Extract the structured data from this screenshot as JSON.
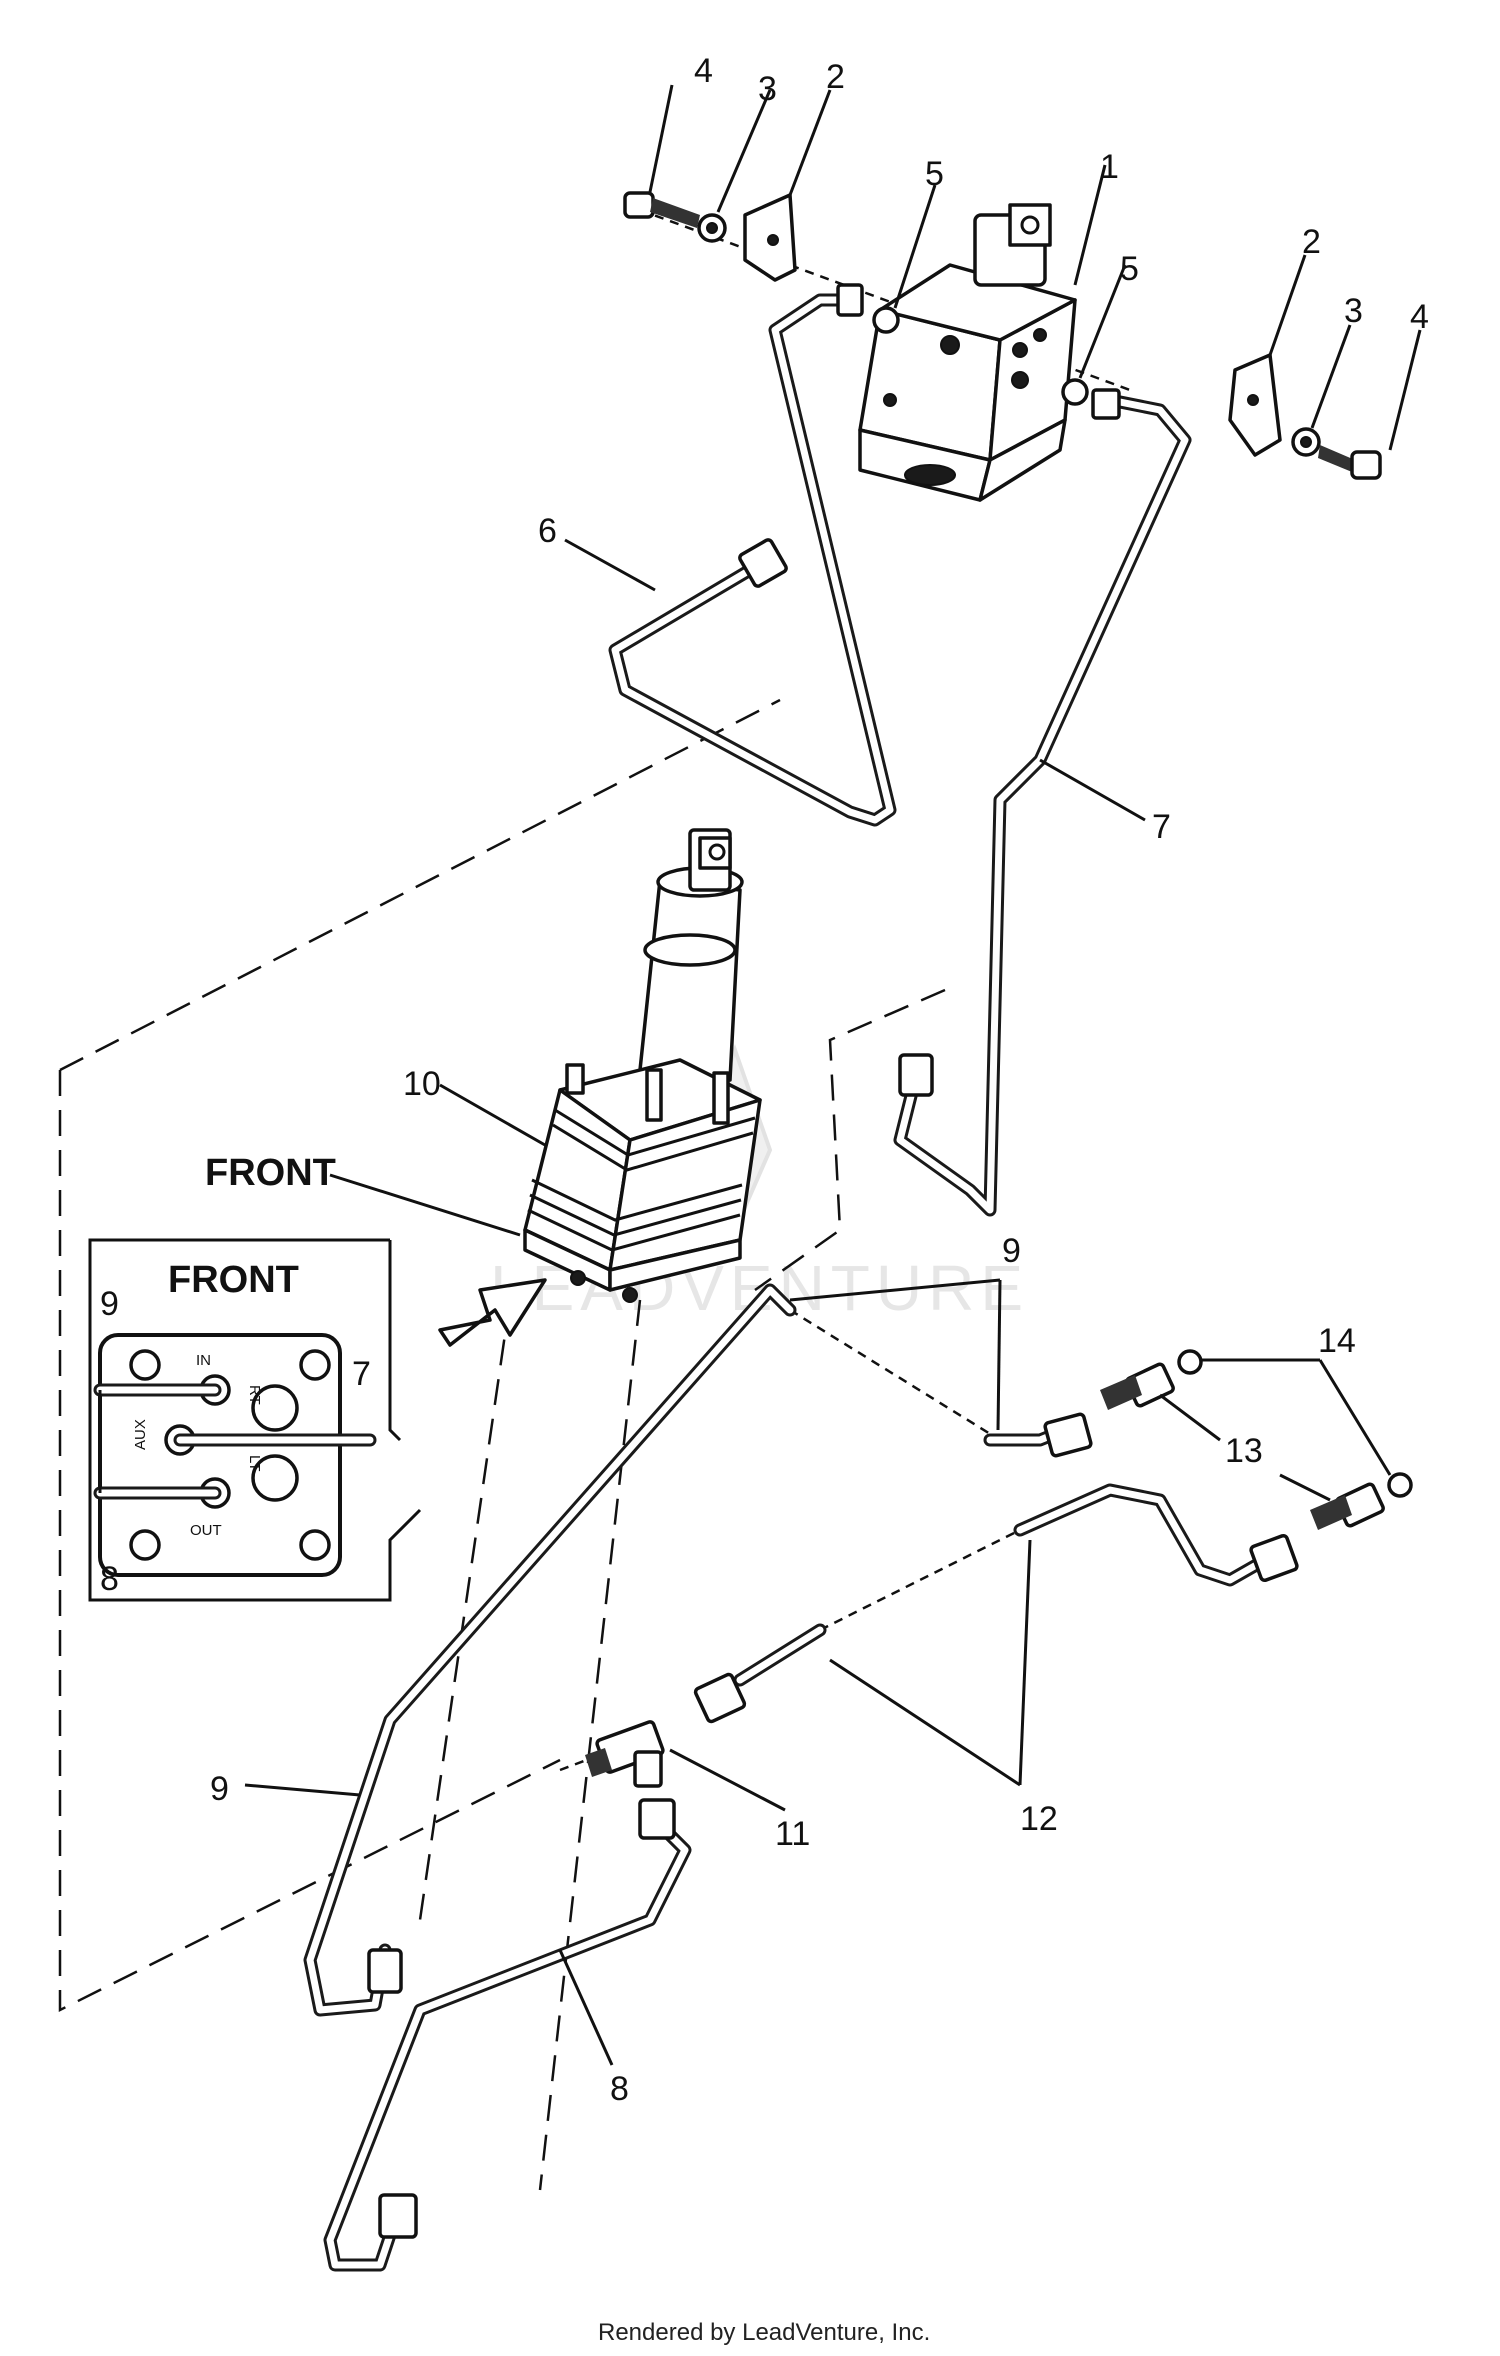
{
  "diagram": {
    "callouts": {
      "c1": "1",
      "c2a": "2",
      "c2b": "2",
      "c3a": "3",
      "c3b": "3",
      "c4a": "4",
      "c4b": "4",
      "c5a": "5",
      "c5b": "5",
      "c6": "6",
      "c7a": "7",
      "c7b": "7",
      "c8a": "8",
      "c8b": "8",
      "c9a": "9",
      "c9b": "9",
      "c9c": "9",
      "c10": "10",
      "c11": "11",
      "c12": "12",
      "c13": "13",
      "c14": "14"
    },
    "front_label": "FRONT",
    "inset": {
      "title": "FRONT",
      "port_in": "IN",
      "port_aux": "AUX",
      "port_out": "OUT",
      "port_rt": "RT",
      "port_lt": "LT"
    },
    "watermark": "LEADVENTURE",
    "footer": "Rendered by LeadVenture, Inc."
  }
}
